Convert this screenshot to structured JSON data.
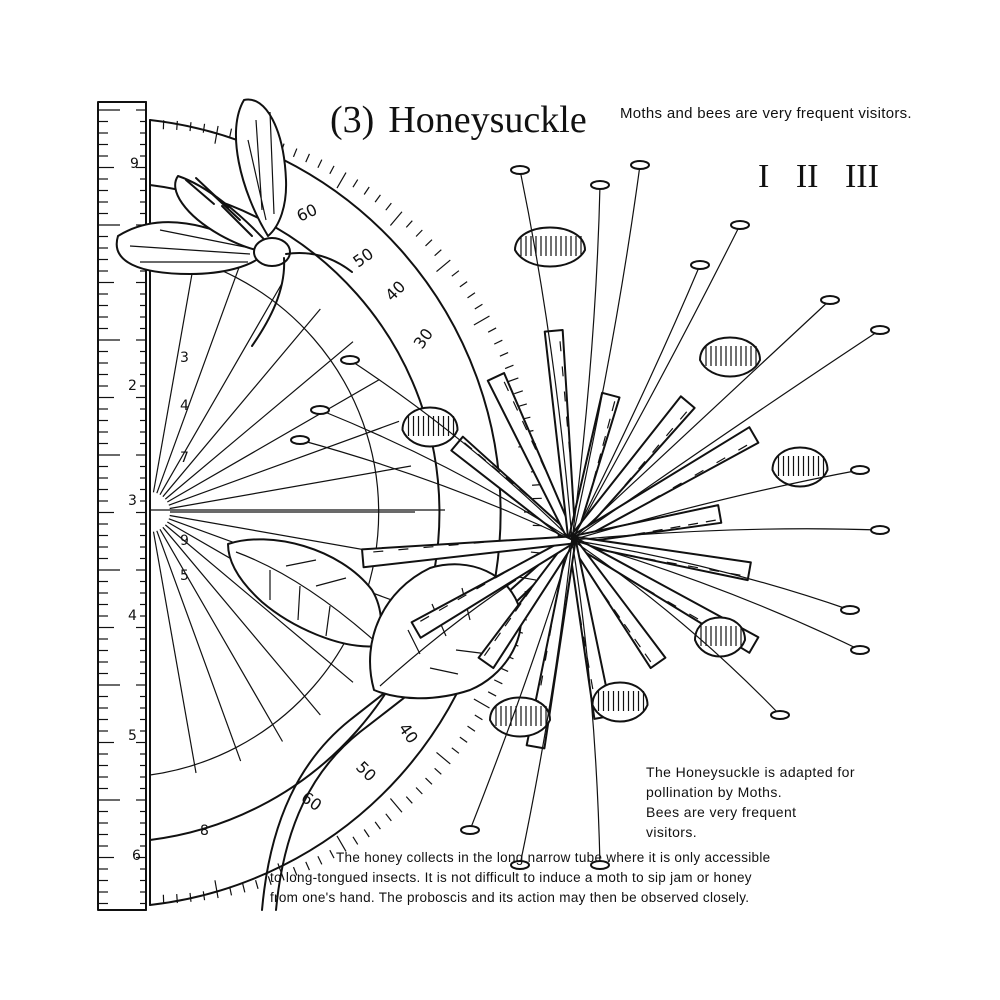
{
  "plate": {
    "number": "(3)",
    "title": "Honeysuckle",
    "intro": "Moths and bees are very frequent visitors.",
    "numerals": "I II III"
  },
  "notes": {
    "side_line1": "The Honeysuckle is adapted for",
    "side_line2": "pollination by Moths.",
    "side_line3": "Bees are very frequent",
    "side_line4": "visitors.",
    "bottom_line1": "The honey collects in the long narrow tube where it is only accessible",
    "bottom_line2": "to long-tongued insects. It is not difficult to induce a moth to sip jam or honey",
    "bottom_line3": "from one's hand. The proboscis and its action may then be observed closely."
  },
  "ruler": {
    "inch_labels": [
      "2",
      "3",
      "4",
      "5"
    ],
    "inch_label_rotated_top": "9",
    "protractor_labels": [
      "60",
      "50",
      "40",
      "30",
      "40",
      "50",
      "60"
    ],
    "inner_labels": [
      "3",
      "4",
      "7",
      "9",
      "5",
      "8",
      "6"
    ]
  },
  "colors": {
    "ink": "#111111",
    "paper": "#ffffff"
  }
}
